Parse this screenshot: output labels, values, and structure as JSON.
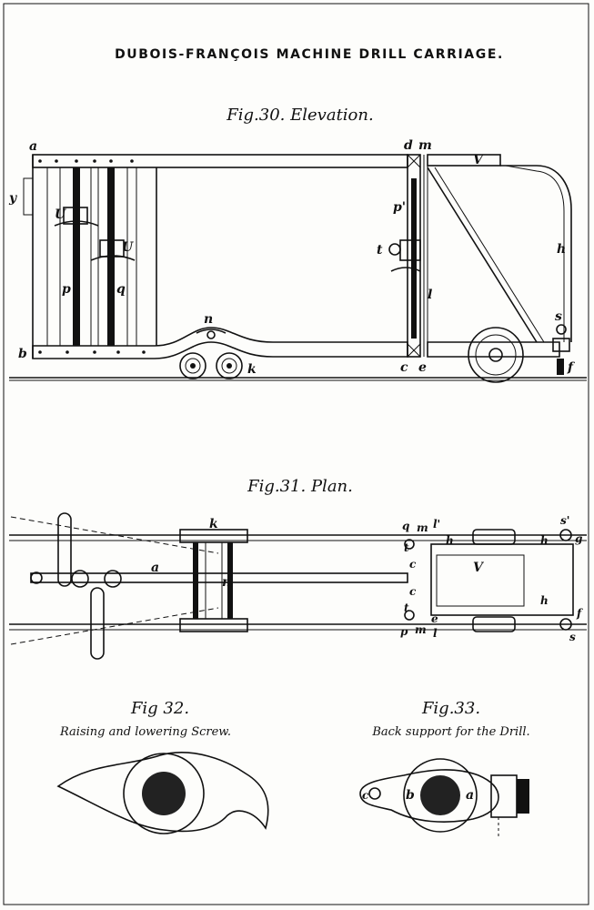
{
  "title": "DUBOIS-FRANÇOIS MACHINE DRILL CARRIAGE.",
  "figures": {
    "fig30": "Fig.30. Elevation.",
    "fig31": "Fig.31. Plan.",
    "fig32": "Fig 32.",
    "fig32_caption": "Raising and lowering Screw.",
    "fig33": "Fig.33.",
    "fig33_caption": "Back support for the Drill."
  },
  "labels": {
    "fig30": {
      "a": "a",
      "b": "b",
      "c": "c",
      "d": "d",
      "e": "e",
      "f": "f",
      "h": "h",
      "k": "k",
      "l": "l",
      "m": "m",
      "n": "n",
      "p": "p",
      "p_prime": "p'",
      "q": "q",
      "s": "s",
      "t": "t",
      "U1": "U",
      "U2": "U",
      "V": "V",
      "y": "y"
    },
    "fig31": {
      "a": "a",
      "k": "k",
      "n": "n",
      "q": "q",
      "m_top": "m",
      "l_prime": "l'",
      "t_top": "t",
      "h1": "h",
      "h2": "h",
      "h3": "h",
      "c1": "c",
      "c2": "c",
      "V": "V",
      "s_prime": "s'",
      "g": "g",
      "t_bot": "t",
      "e": "e",
      "p": "p",
      "m_bot": "m",
      "l": "l",
      "f": "f",
      "s": "s"
    },
    "fig33": {
      "c": "c",
      "b": "b",
      "a": "a"
    }
  }
}
